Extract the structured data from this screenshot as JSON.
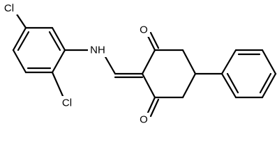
{
  "molecule": {
    "atoms": [
      {
        "id": "cl_top",
        "label": "Cl"
      },
      {
        "id": "nh",
        "label": "NH"
      },
      {
        "id": "cl_bottom",
        "label": "Cl"
      },
      {
        "id": "o_top",
        "label": "O"
      },
      {
        "id": "o_bottom",
        "label": "O"
      }
    ]
  },
  "colors": {
    "bond": "#000000",
    "text": "#000000",
    "background": "#ffffff"
  }
}
